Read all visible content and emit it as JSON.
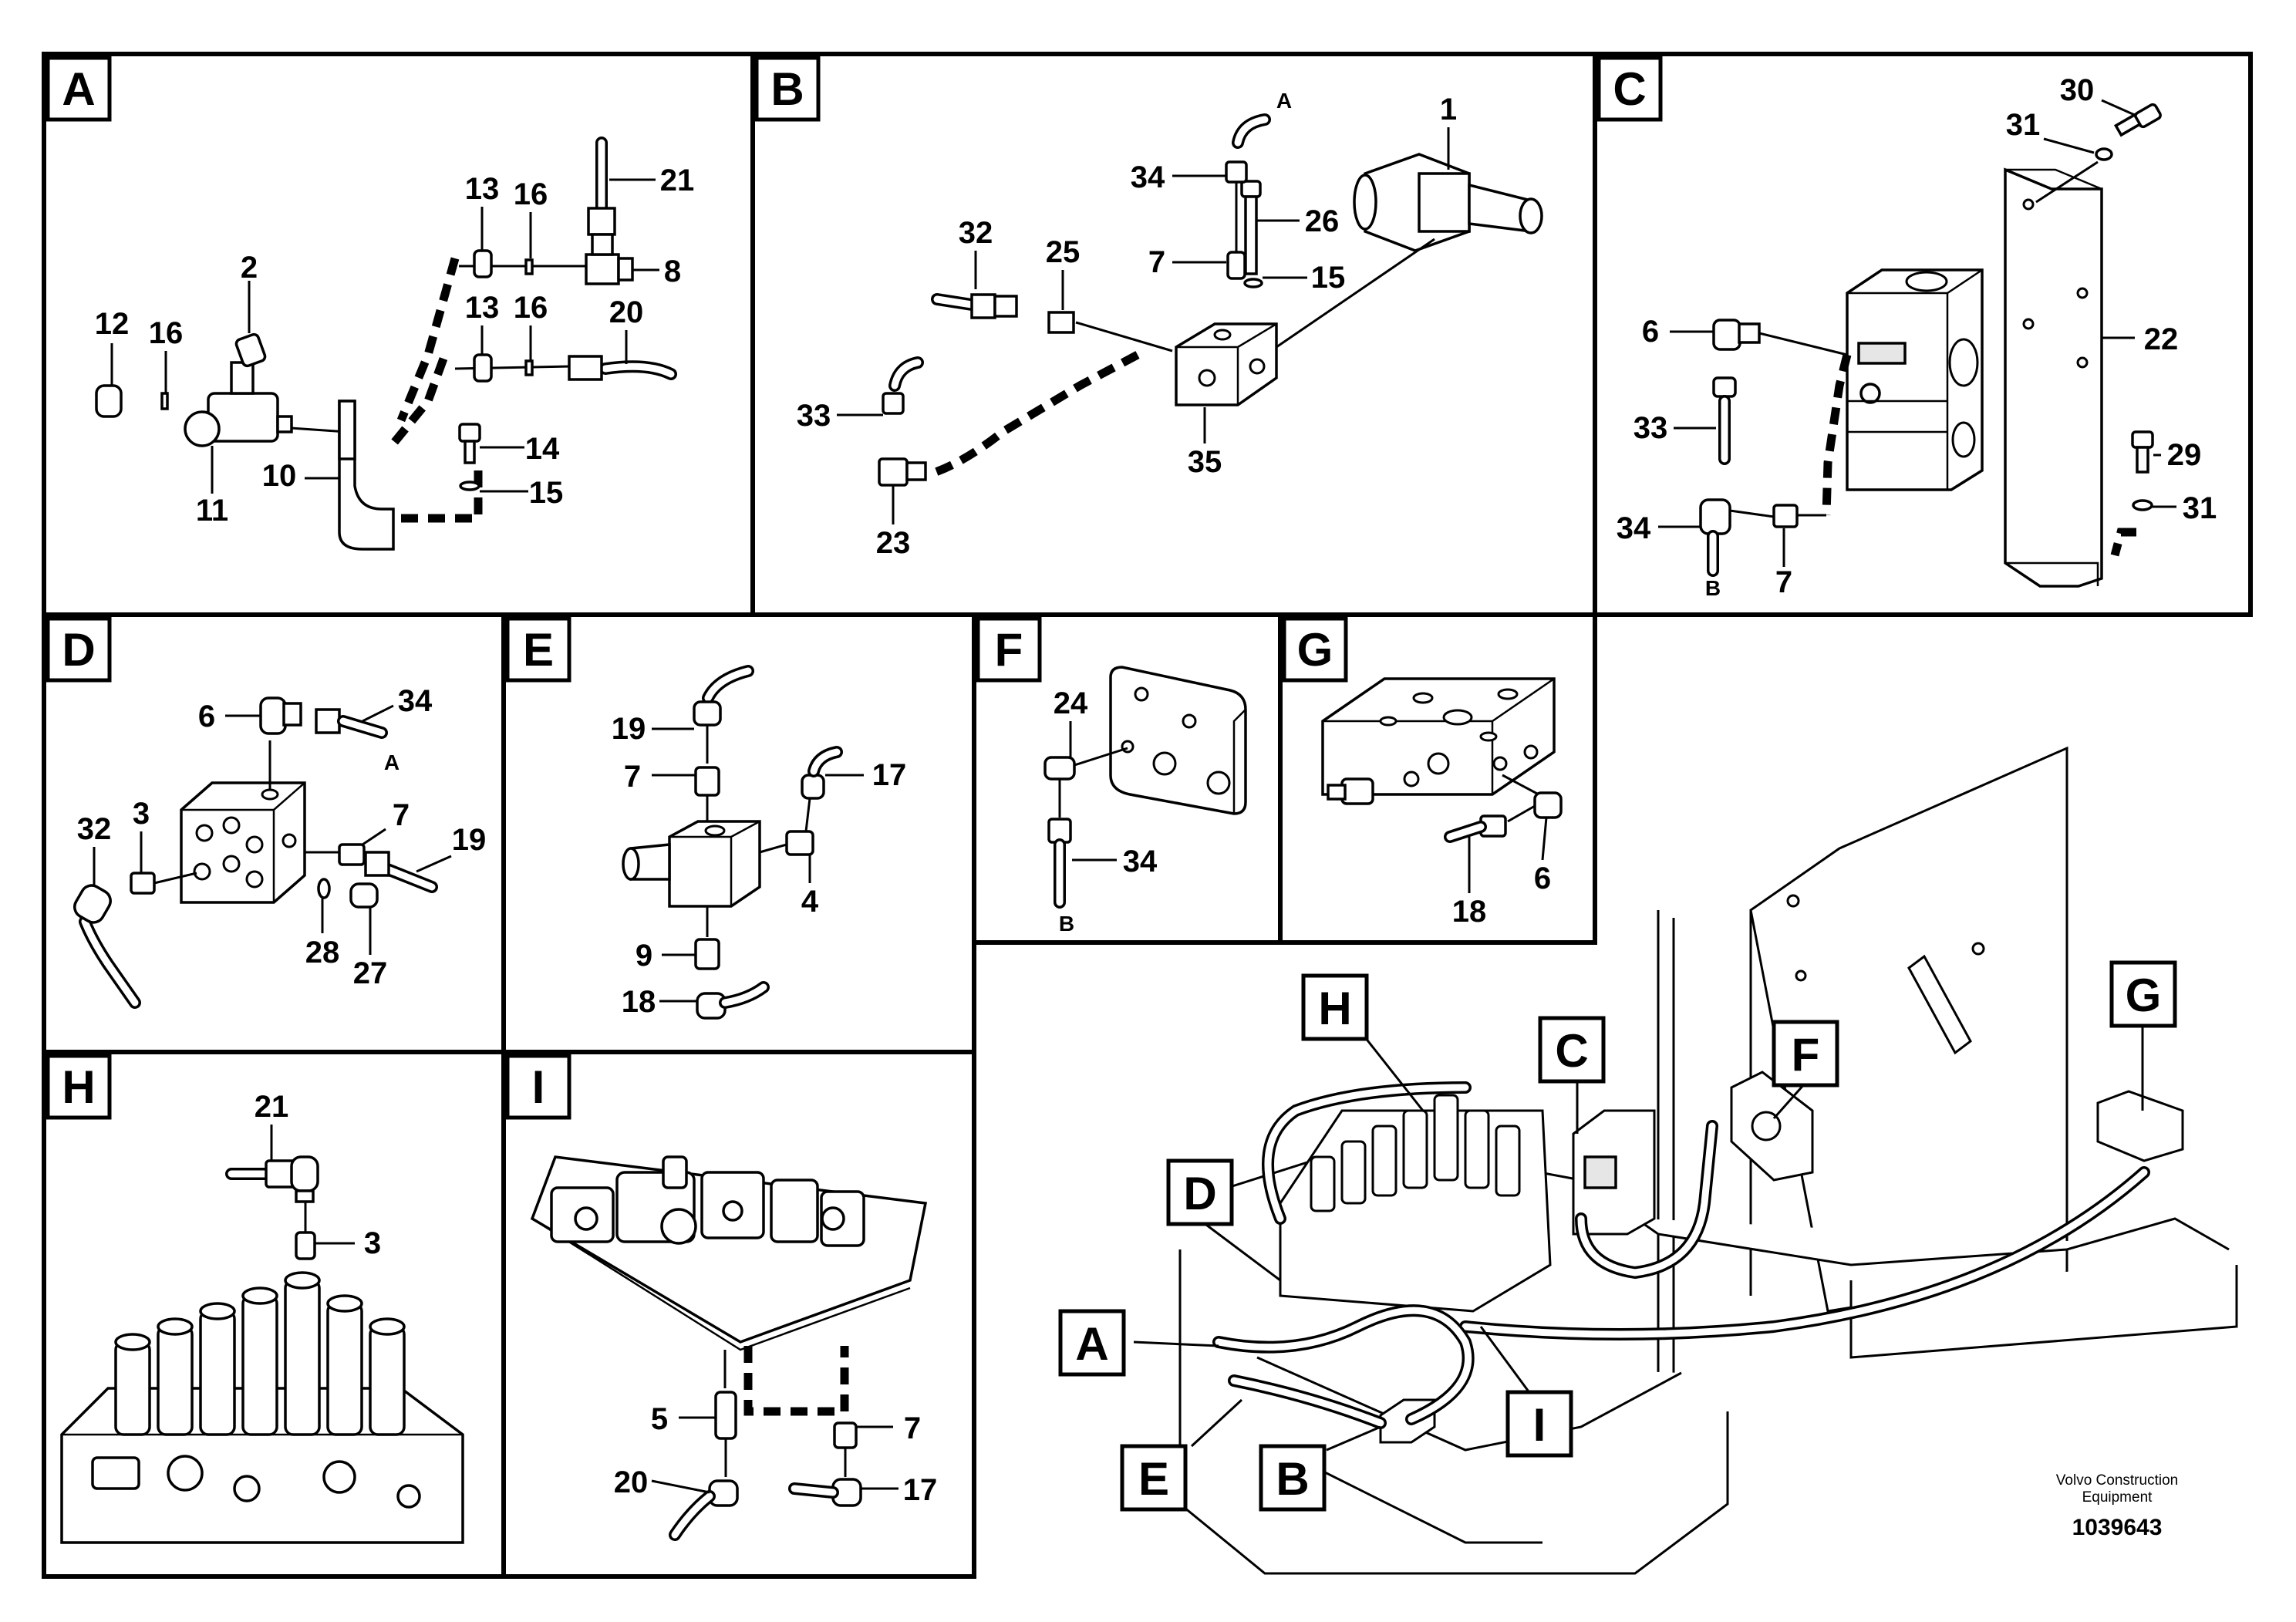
{
  "panels": {
    "A": {
      "letter": "A",
      "labels": [
        "2",
        "12",
        "16",
        "11",
        "10",
        "13",
        "16",
        "13",
        "16",
        "21",
        "8",
        "20",
        "14",
        "15"
      ]
    },
    "B": {
      "letter": "B",
      "labels": [
        "A",
        "1",
        "34",
        "26",
        "7",
        "15",
        "32",
        "25",
        "33",
        "35",
        "23"
      ]
    },
    "C": {
      "letter": "C",
      "labels": [
        "30",
        "31",
        "6",
        "22",
        "33",
        "29",
        "31",
        "34",
        "7",
        "B"
      ]
    },
    "D": {
      "letter": "D",
      "labels": [
        "6",
        "34",
        "A",
        "32",
        "3",
        "7",
        "19",
        "28",
        "27"
      ]
    },
    "E": {
      "letter": "E",
      "labels": [
        "19",
        "7",
        "17",
        "4",
        "9",
        "18"
      ]
    },
    "F": {
      "letter": "F",
      "labels": [
        "24",
        "34",
        "B"
      ]
    },
    "G": {
      "letter": "G",
      "labels": [
        "18",
        "6"
      ]
    },
    "H": {
      "letter": "H",
      "labels": [
        "21",
        "3"
      ]
    },
    "I": {
      "letter": "I",
      "labels": [
        "5",
        "7",
        "20",
        "17"
      ]
    }
  },
  "overview_tags": [
    "H",
    "C",
    "F",
    "G",
    "D",
    "A",
    "I",
    "E",
    "B"
  ],
  "footer": {
    "company_line1": "Volvo Construction",
    "company_line2": "Equipment",
    "document_number": "1039643"
  }
}
